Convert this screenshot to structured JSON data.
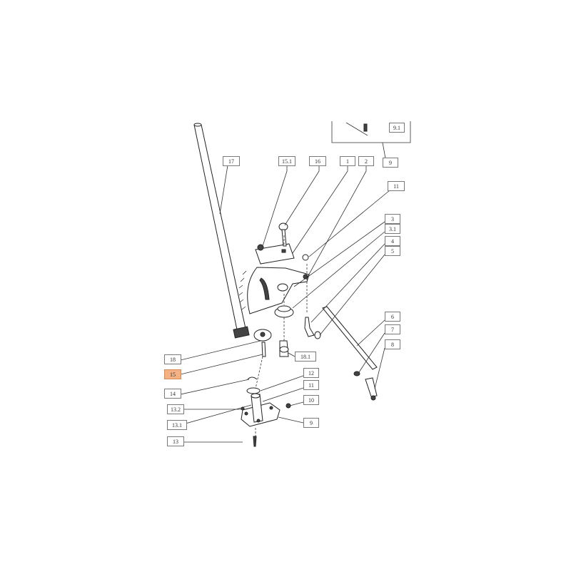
{
  "diagram": {
    "highlight_color": "#f4b183",
    "highlighted_label": "15",
    "labels": [
      {
        "id": "17",
        "text": "17"
      },
      {
        "id": "15-1",
        "text": "15.1"
      },
      {
        "id": "16",
        "text": "16"
      },
      {
        "id": "1",
        "text": "1"
      },
      {
        "id": "2",
        "text": "2"
      },
      {
        "id": "11",
        "text": "11"
      },
      {
        "id": "3",
        "text": "3"
      },
      {
        "id": "3-1",
        "text": "3.1"
      },
      {
        "id": "4",
        "text": "4"
      },
      {
        "id": "5",
        "text": "5"
      },
      {
        "id": "6",
        "text": "6"
      },
      {
        "id": "7",
        "text": "7"
      },
      {
        "id": "8",
        "text": "8"
      },
      {
        "id": "18",
        "text": "18"
      },
      {
        "id": "18-1",
        "text": "18.1"
      },
      {
        "id": "15",
        "text": "15"
      },
      {
        "id": "12",
        "text": "12"
      },
      {
        "id": "14",
        "text": "14"
      },
      {
        "id": "11b",
        "text": "11"
      },
      {
        "id": "13-2",
        "text": "13.2"
      },
      {
        "id": "10",
        "text": "10"
      },
      {
        "id": "13-1",
        "text": "13.1"
      },
      {
        "id": "9",
        "text": "9"
      },
      {
        "id": "13",
        "text": "13"
      },
      {
        "id": "9-1",
        "text": "9.1"
      },
      {
        "id": "9-top",
        "text": "9"
      }
    ]
  }
}
